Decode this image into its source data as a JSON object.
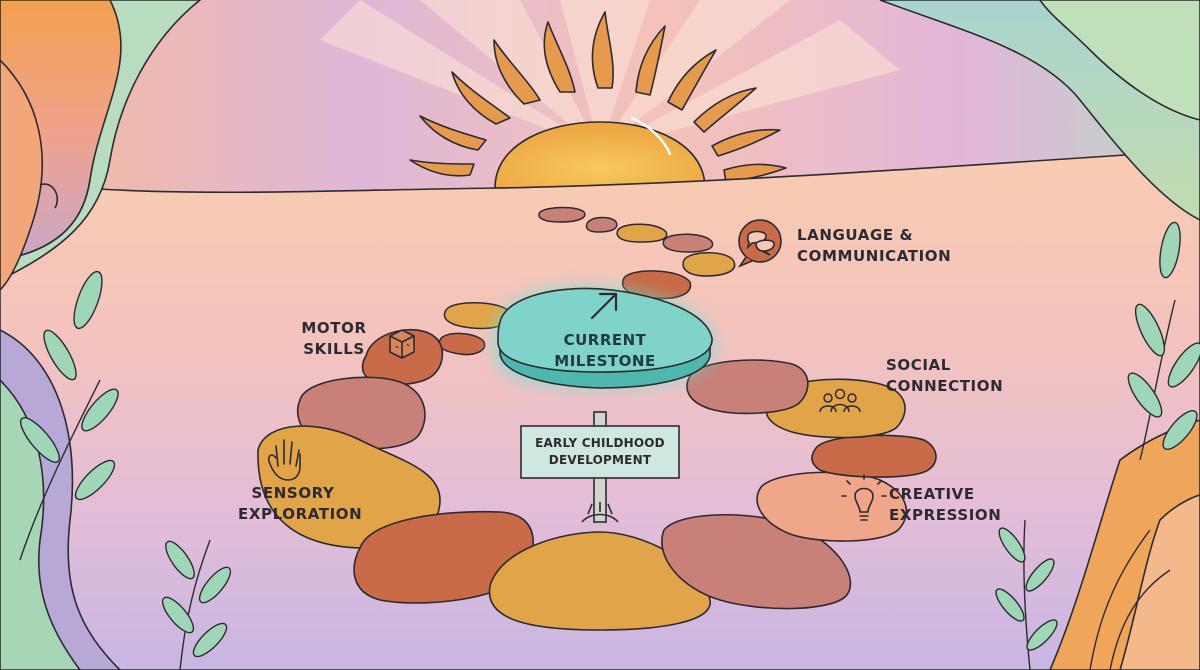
{
  "labels": {
    "language": {
      "line1": "LANGUAGE &",
      "line2": "COMMUNICATION"
    },
    "motor": {
      "line1": "MOTOR",
      "line2": "SKILLS"
    },
    "current": {
      "line1": "CURRENT",
      "line2": "MILESTONE"
    },
    "social": {
      "line1": "SOCIAL",
      "line2": "CONNECTION"
    },
    "sign": {
      "line1": "EARLY CHILDHOOD",
      "line2": "DEVELOPMENT"
    },
    "sensory": {
      "line1": "SENSORY",
      "line2": "EXPLORATION"
    },
    "creative": {
      "line1": "CREATIVE",
      "line2": "EXPRESSION"
    }
  },
  "icons": {
    "language": "speech-bubbles-icon",
    "motor": "cube-block-icon",
    "current": "arrow-up-right-icon",
    "social": "group-people-icon",
    "sensory": "hand-icon",
    "creative": "lightbulb-icon"
  },
  "colors": {
    "sun": "#f1b64f",
    "ray": "#e59a4d",
    "highlight_stone": "#7fd3c8",
    "glow": "#5fe8d6",
    "stone_red": "#c96a48",
    "stone_mauve": "#c88078",
    "stone_gold": "#e2a449",
    "outline": "#2d2a32"
  }
}
